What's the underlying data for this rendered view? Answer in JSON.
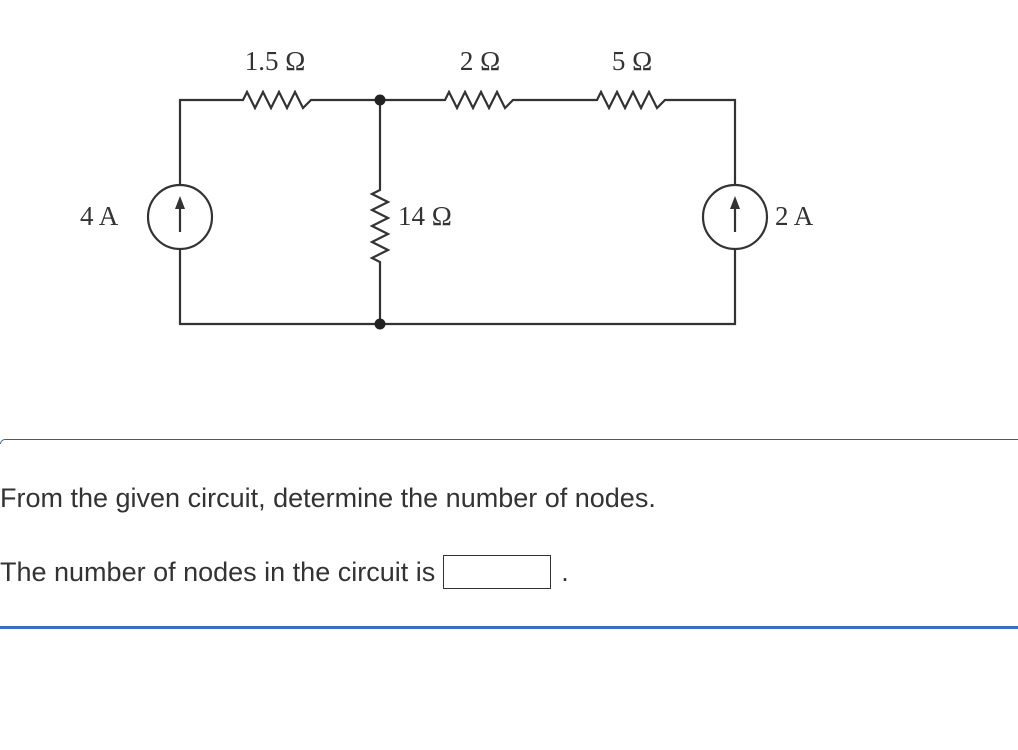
{
  "circuit": {
    "resistor_top_left": "1.5 Ω",
    "resistor_top_mid": "2 Ω",
    "resistor_top_right": "5 Ω",
    "resistor_vertical": "14 Ω",
    "source_left": "4 A",
    "source_right": "2 A"
  },
  "question": {
    "prompt": "From the given circuit, determine the number of nodes.",
    "answer_label": "The number of nodes in the circuit is",
    "answer_value": "",
    "period": "."
  },
  "colors": {
    "wire": "#333333",
    "divider": "#3a6fc2"
  }
}
